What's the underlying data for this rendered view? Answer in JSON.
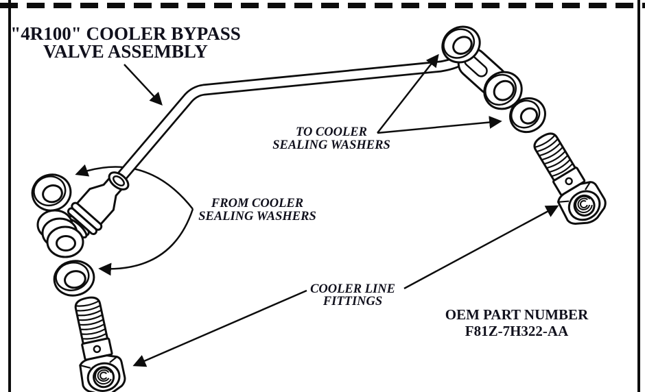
{
  "page": {
    "background": "#ffffff",
    "ink": "#0d0d0d",
    "text_color": "#10101c"
  },
  "diagram": {
    "title": {
      "line1": "\"4R100\" COOLER BYPASS",
      "line2": "VALVE ASSEMBLY"
    },
    "callouts": {
      "to_cooler": {
        "line1": "TO COOLER",
        "line2": "SEALING WASHERS"
      },
      "from_cooler": {
        "line1": "FROM COOLER",
        "line2": "SEALING WASHERS"
      },
      "cooler_line": {
        "line1": "COOLER LINE",
        "line2": "FITTINGS"
      },
      "oem": {
        "line1": "OEM PART NUMBER",
        "line2": "F81Z-7H322-AA"
      }
    }
  }
}
